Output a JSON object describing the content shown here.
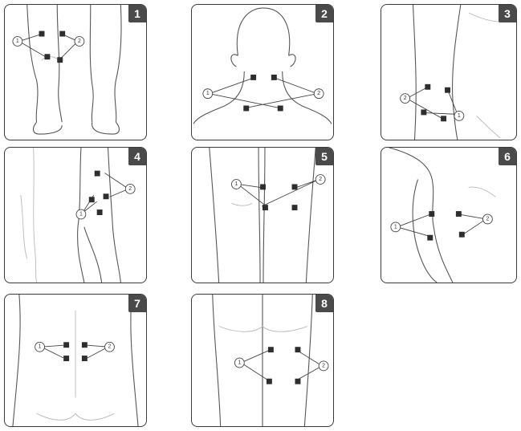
{
  "panels": [
    {
      "id": "p1",
      "number": "1",
      "region": "knees-front",
      "port_a": "1",
      "port_b": "2"
    },
    {
      "id": "p2",
      "number": "2",
      "region": "neck-back",
      "port_a": "1",
      "port_b": "2"
    },
    {
      "id": "p3",
      "number": "3",
      "region": "elbow",
      "port_a": "1",
      "port_b": "2"
    },
    {
      "id": "p4",
      "number": "4",
      "region": "knee-side",
      "port_a": "1",
      "port_b": "2"
    },
    {
      "id": "p5",
      "number": "5",
      "region": "knees-back",
      "port_a": "1",
      "port_b": "2"
    },
    {
      "id": "p6",
      "number": "6",
      "region": "shoulder",
      "port_a": "1",
      "port_b": "2"
    },
    {
      "id": "p7",
      "number": "7",
      "region": "lower-back",
      "port_a": "1",
      "port_b": "2"
    },
    {
      "id": "p8",
      "number": "8",
      "region": "buttocks",
      "port_a": "1",
      "port_b": "2"
    }
  ],
  "colors": {
    "border": "#3a3a3a",
    "badge": "#4a4a4a",
    "pad": "#2e2e2e",
    "outline": "#555555"
  }
}
